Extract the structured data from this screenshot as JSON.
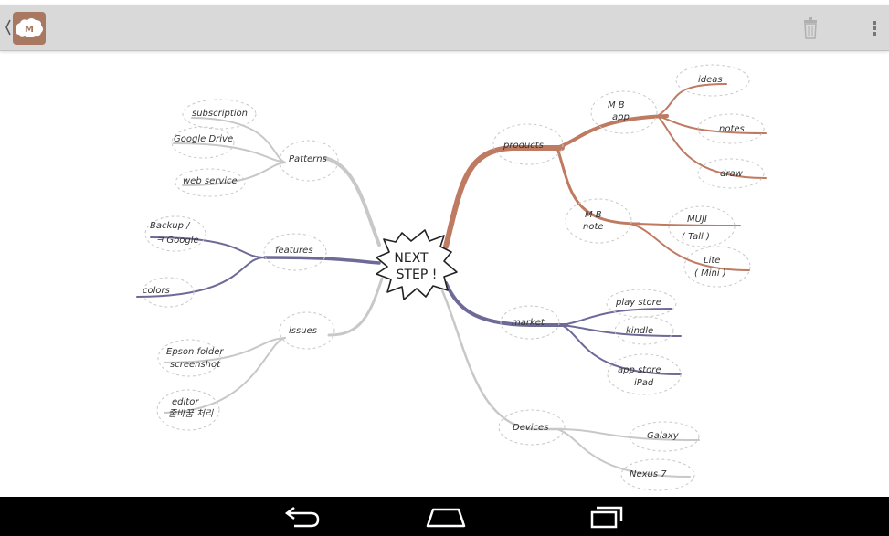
{
  "app": {
    "logo_text": "M"
  },
  "colors": {
    "brown": "#bf7a62",
    "purple": "#6e6a98",
    "gray": "#c8c8c8",
    "action_bar": "#d9d9d9",
    "nav_bar": "#000000"
  },
  "toolbar": {
    "left_icon": "app-logo-icon",
    "actions": [
      "trash-icon",
      "overflow-menu-icon"
    ]
  },
  "mindmap": {
    "center": {
      "line1": "NEXT",
      "line2": "STEP !"
    },
    "left": {
      "patterns": {
        "label": "Patterns",
        "children": {
          "subscription": "subscription",
          "google_drive": "Google Drive",
          "web_service": "web service"
        }
      },
      "features": {
        "label": "features",
        "children": {
          "backup_line1": "Backup /",
          "backup_line2": "ㅋ Google",
          "colors": "colors"
        }
      },
      "issues": {
        "label": "issues",
        "children": {
          "epson_line1": "Epson folder",
          "epson_line2": "screenshot",
          "editor_line1": "editor",
          "editor_line2": "줄바꿈 처리"
        }
      }
    },
    "right": {
      "products": {
        "label": "products",
        "mb_app": {
          "line1": "M B",
          "line2": "app",
          "children": {
            "ideas": "ideas",
            "notes": "notes",
            "draw": "draw"
          }
        },
        "mb_note": {
          "line1": "M B",
          "line2": "note",
          "children": {
            "muji_line1": "MUJI",
            "muji_line2": "( Tall )",
            "lite_line1": "Lite",
            "lite_line2": "( Mini )"
          }
        }
      },
      "market": {
        "label": "market",
        "children": {
          "play_store": "play store",
          "kindle": "kindle",
          "app_store_line1": "app store",
          "app_store_line2": "iPad"
        }
      },
      "devices": {
        "label": "Devices",
        "children": {
          "galaxy": "Galaxy",
          "nexus": "Nexus 7"
        }
      }
    }
  }
}
